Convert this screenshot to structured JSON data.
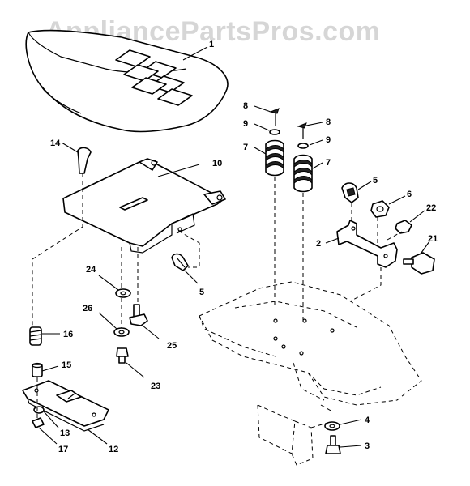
{
  "watermark": "AppliancePartsPros.com",
  "callouts": {
    "c1": "1",
    "c14": "14",
    "c10": "10",
    "c8a": "8",
    "c9a": "9",
    "c7a": "7",
    "c8b": "8",
    "c9b": "9",
    "c7b": "7",
    "c5a": "5",
    "c6": "6",
    "c22": "22",
    "c2": "2",
    "c21": "21",
    "c24": "24",
    "c26": "26",
    "c25": "25",
    "c23": "23",
    "c5b": "5",
    "c16": "16",
    "c15": "15",
    "c13": "13",
    "c17": "17",
    "c12": "12",
    "c4": "4",
    "c3": "3"
  }
}
